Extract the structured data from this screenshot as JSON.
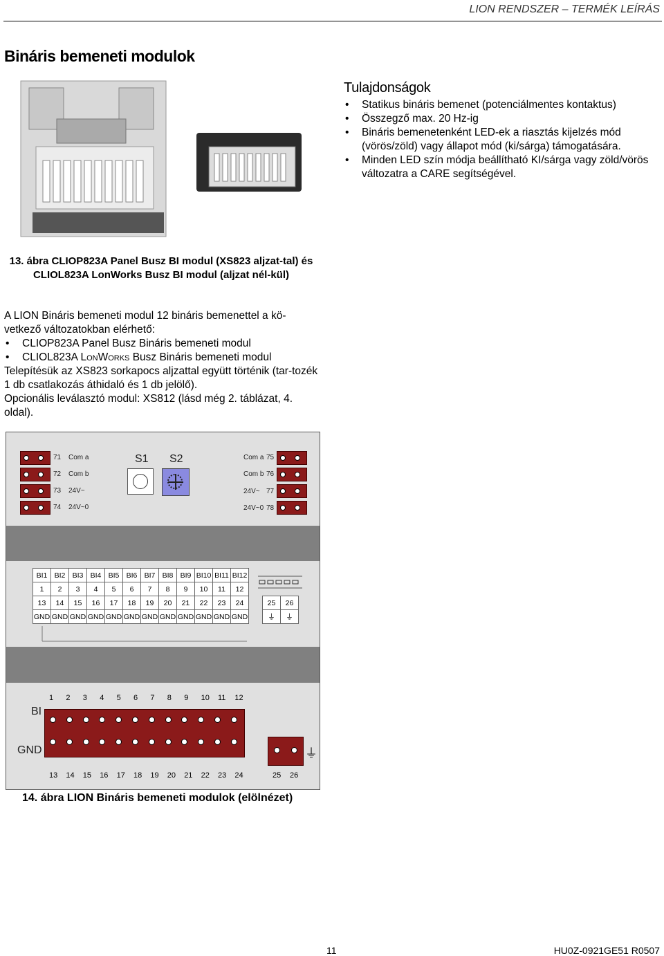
{
  "header": {
    "title": "LION RENDSZER – TERMÉK LEÍRÁS"
  },
  "section_title": "Bináris bemeneti modulok",
  "properties": {
    "title": "Tulajdonságok",
    "items": [
      "Statikus bináris bemenet (potenciálmentes kontaktus)",
      "Összegző max. 20 Hz-ig",
      "Bináris bemenetenként LED-ek a riasztás kijelzés mód (vörös/zöld) vagy állapot mód (ki/sárga) támogatására.",
      "Minden LED szín módja beállítható KI/sárga vagy zöld/vörös változatra a CARE segítségével."
    ]
  },
  "fig13_caption": "13. ábra CLIOP823A Panel Busz BI modul (XS823 aljzat-tal) és CLIOL823A LonWorks Busz BI modul (aljzat nél-kül)",
  "body": {
    "intro": "A LION Bináris bemeneti modul 12 bináris bemenettel a kö-vetkező változatokban elérhető:",
    "variant1": "CLIOP823A Panel Busz Bináris bemeneti modul",
    "variant2_a": "CLIOL823A ",
    "variant2_sc": "LonWorks",
    "variant2_b": " Busz Bináris bemeneti modul",
    "install": "Telepítésük az XS823 sorkapocs aljzattal együtt történik (tar-tozék 1 db csatlakozás áthidaló és 1 db jelölő).",
    "optional": "Opcionális leválasztó modul: XS812 (lásd még 2. táblázat, 4. oldal)."
  },
  "diagram": {
    "left_terms": [
      {
        "num": "71",
        "label": "Com a"
      },
      {
        "num": "72",
        "label": "Com b"
      },
      {
        "num": "73",
        "label": "24V~"
      },
      {
        "num": "74",
        "label": "24V~0"
      }
    ],
    "right_terms": [
      {
        "num": "75",
        "label": "Com a"
      },
      {
        "num": "76",
        "label": "Com b"
      },
      {
        "num": "77",
        "label": "24V~"
      },
      {
        "num": "78",
        "label": "24V~0"
      }
    ],
    "s1": "S1",
    "s2": "S2",
    "bi_labels": [
      "BI1",
      "BI2",
      "BI3",
      "BI4",
      "BI5",
      "BI6",
      "BI7",
      "BI8",
      "BI9",
      "BI10",
      "BI11",
      "BI12"
    ],
    "top_nums": [
      "1",
      "2",
      "3",
      "4",
      "5",
      "6",
      "7",
      "8",
      "9",
      "10",
      "11",
      "12"
    ],
    "gnd_nums": [
      "13",
      "14",
      "15",
      "16",
      "17",
      "18",
      "19",
      "20",
      "21",
      "22",
      "23",
      "24"
    ],
    "gnd_label": "GND",
    "extra_nums": [
      "25",
      "26"
    ],
    "bi_row_label": "BI",
    "gnd_row_label": "GND"
  },
  "fig14_caption": "14. ábra LION Bináris bemeneti modulok (elölnézet)",
  "footer": {
    "page": "11",
    "code": "HU0Z-0921GE51 R0507"
  }
}
